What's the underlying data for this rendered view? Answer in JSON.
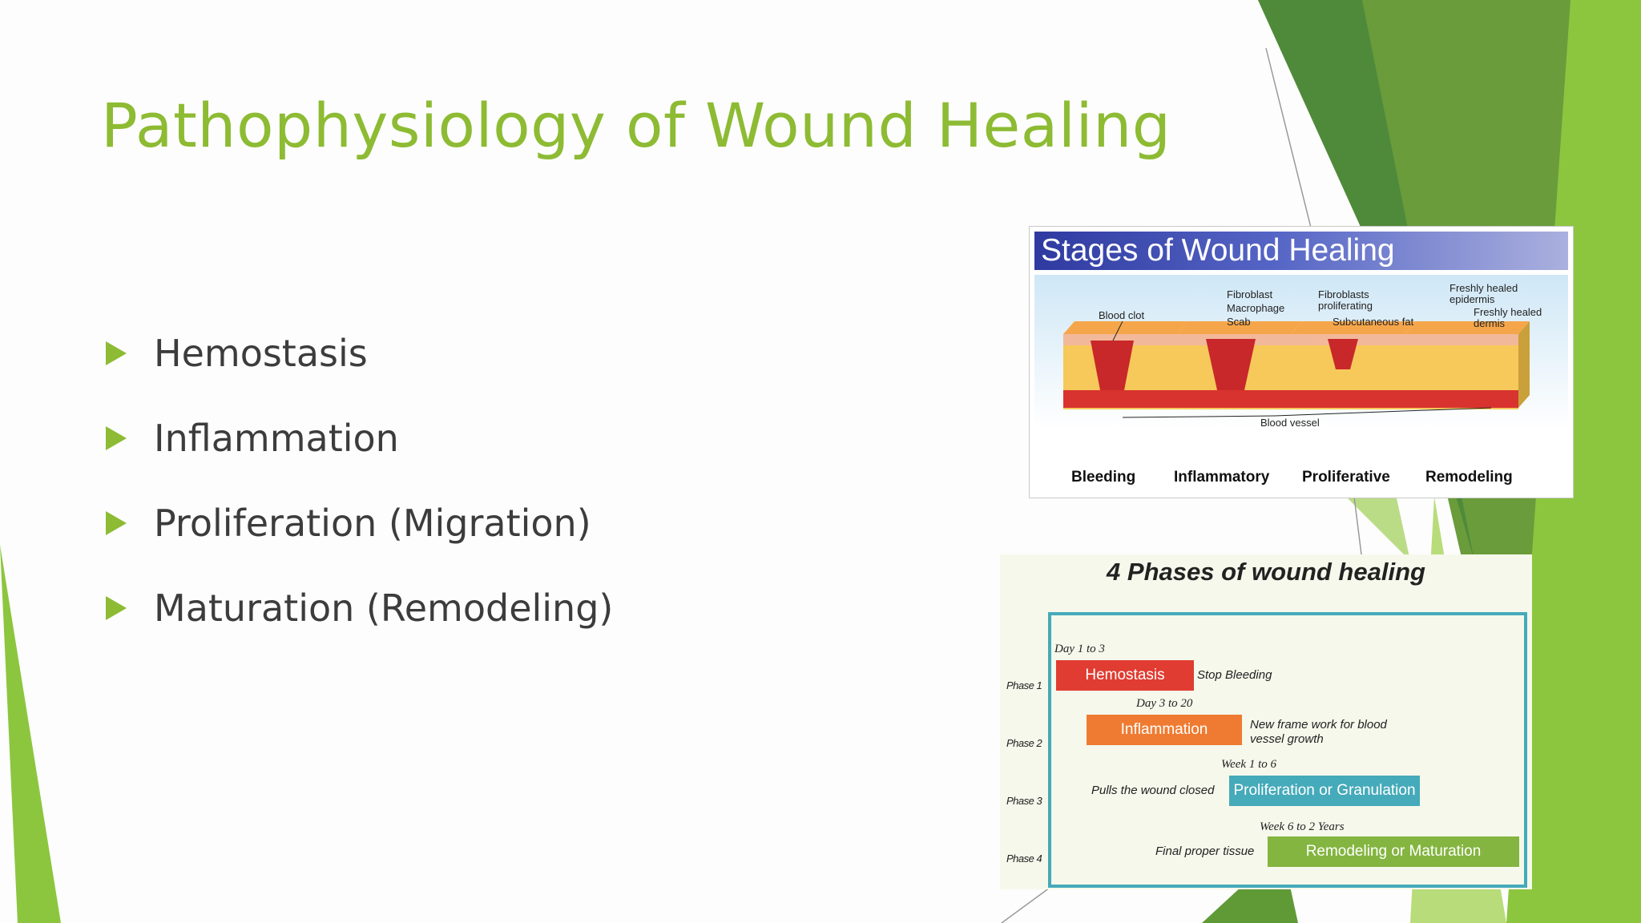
{
  "colors": {
    "accent": "#8dbb33",
    "body_text": "#3c3c3c",
    "hemostasis": "#e03c31",
    "inflammation": "#ef7b32",
    "proliferation": "#45aab9",
    "remodeling": "#84b540"
  },
  "slide": {
    "title": "Pathophysiology of Wound Healing",
    "bullets": [
      "Hemostasis",
      "Inflammation",
      "Proliferation (Migration)",
      "Maturation (Remodeling)"
    ]
  },
  "stages_figure": {
    "title": "Stages of Wound Healing",
    "labels": {
      "blood_clot": "Blood clot",
      "fibroblast": "Fibroblast",
      "macrophage": "Macrophage",
      "scab": "Scab",
      "fibroblasts_proliferating": "Fibroblasts proliferating",
      "subcutaneous_fat": "Subcutaneous fat",
      "freshly_healed_epidermis": "Freshly healed epidermis",
      "freshly_healed_dermis": "Freshly healed dermis",
      "blood_vessel": "Blood vessel"
    },
    "stages": [
      "Bleeding",
      "Inflammatory",
      "Proliferative",
      "Remodeling"
    ]
  },
  "phases_figure": {
    "title": "4 Phases of wound healing",
    "phases": [
      {
        "phase": "Phase 1",
        "time": "Day 1 to 3",
        "name": "Hemostasis",
        "desc": "Stop Bleeding"
      },
      {
        "phase": "Phase 2",
        "time": "Day 3 to 20",
        "name": "Inflammation",
        "desc": "New frame work for blood vessel growth"
      },
      {
        "phase": "Phase 3",
        "time": "Week 1 to 6",
        "name": "Proliferation or Granulation",
        "desc": "Pulls the wound closed"
      },
      {
        "phase": "Phase 4",
        "time": "Week 6 to 2 Years",
        "name": "Remodeling or Maturation",
        "desc": "Final proper tissue"
      }
    ]
  }
}
